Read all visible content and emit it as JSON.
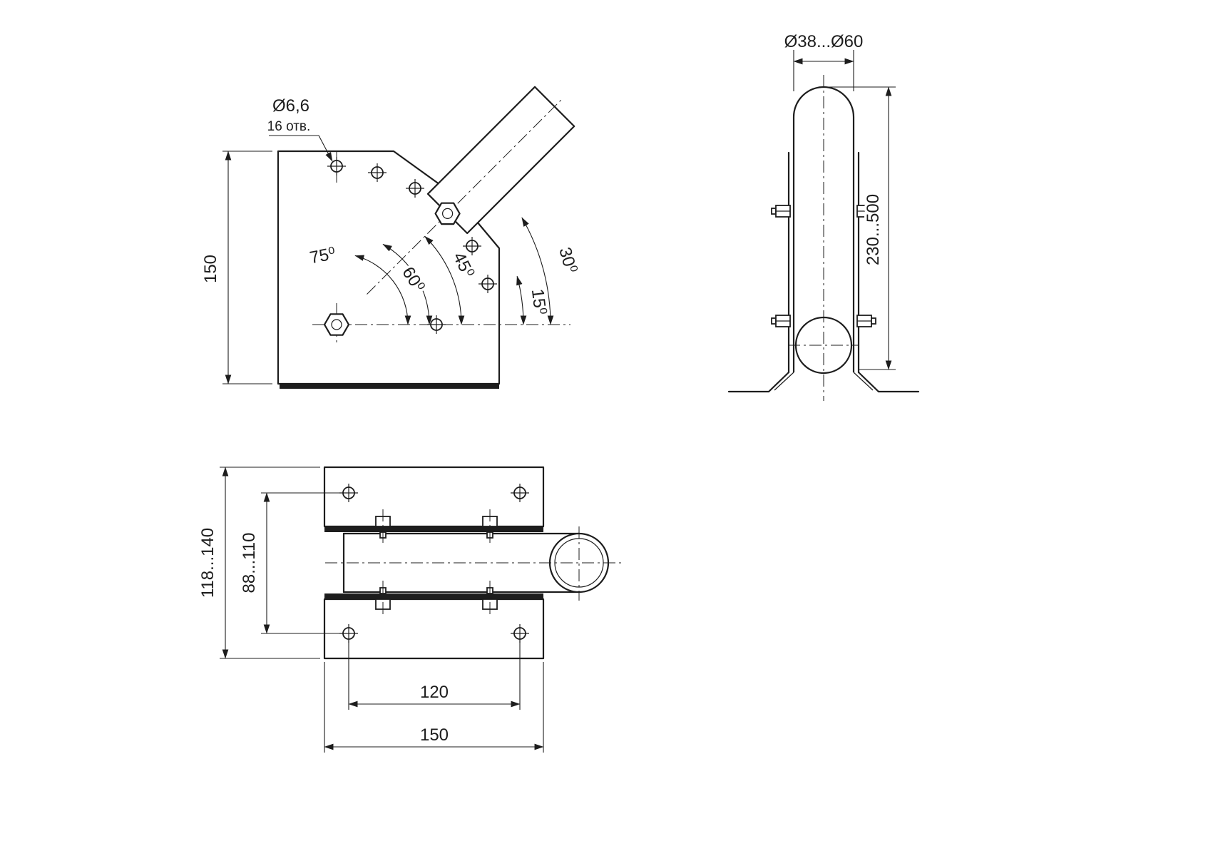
{
  "side": {
    "hole_diameter": "Ø6,6",
    "hole_count": "16 отв.",
    "height": "150",
    "angles": [
      "75⁰",
      "60⁰",
      "45⁰",
      "30⁰",
      "15⁰"
    ]
  },
  "front": {
    "diameter_range": "Ø38...Ø60",
    "height_range": "230...500"
  },
  "plan": {
    "outer_span": "118...140",
    "inner_span": "88...110",
    "hole_spacing": "120",
    "plate_width": "150"
  }
}
